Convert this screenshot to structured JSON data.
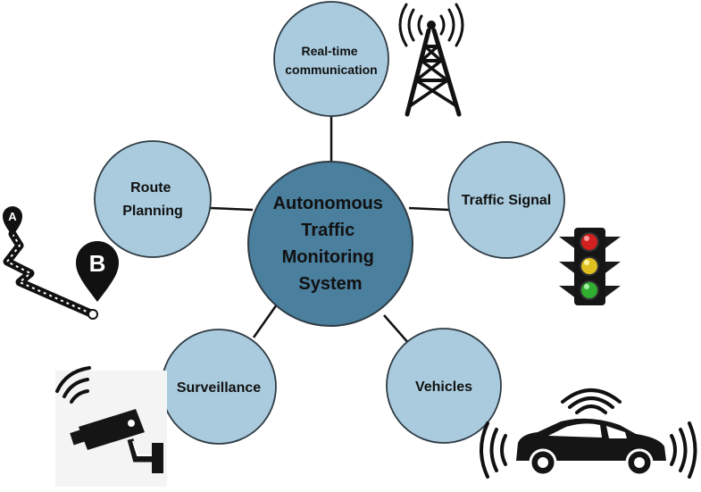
{
  "center": {
    "lines": [
      "Autonomous",
      "Traffic",
      "Monitoring",
      "System"
    ]
  },
  "nodes": {
    "realtime": {
      "lines": [
        "Real-time",
        "communication"
      ]
    },
    "traffic_signal": {
      "lines": [
        "Traffic Signal"
      ]
    },
    "vehicles": {
      "lines": [
        "Vehicles"
      ]
    },
    "surveillance": {
      "lines": [
        "Surveillance"
      ]
    },
    "route_planning": {
      "lines": [
        "Route",
        "Planning"
      ]
    }
  },
  "icons": {
    "map_pins": {
      "pin_a": "A",
      "pin_b": "B"
    },
    "antenna": "radio-tower-icon",
    "traffic_light": "traffic-light-icon",
    "camera": "cctv-camera-icon",
    "car": "connected-car-icon"
  },
  "colors": {
    "center_fill": "#4a7f9e",
    "node_fill": "#a9cbdd",
    "stroke": "#2f3b44",
    "connector": "#111111"
  }
}
